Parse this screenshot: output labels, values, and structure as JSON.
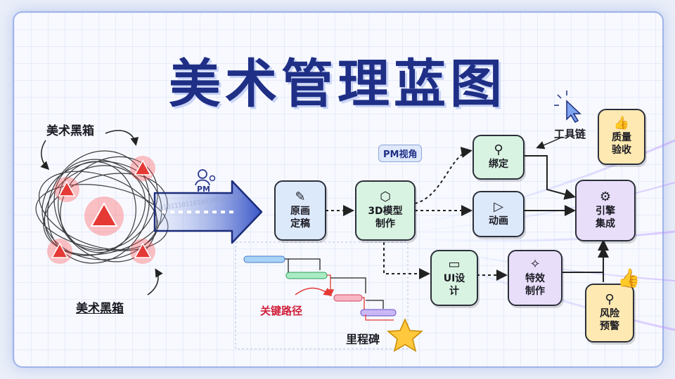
{
  "title": "美术管理蓝图",
  "blackbox": {
    "label_top": "美术黑箱",
    "label_bottom": "美术黑箱"
  },
  "pm_view": "PM视角",
  "pm_icon_label": "PM",
  "binary_text": "0101110110100101110110",
  "nodes": {
    "concept": {
      "line1": "原画",
      "line2": "定稿",
      "icon": "pencil-icon"
    },
    "model3d": {
      "line1": "3D模型",
      "line2": "制作",
      "icon": "cube-icon"
    },
    "rigging": {
      "line1": "绑定",
      "icon": "bone-icon"
    },
    "animation": {
      "line1": "动画",
      "icon": "play-icon"
    },
    "ui_design": {
      "line1": "UI设",
      "line2": "计",
      "icon": "window-icon"
    },
    "vfx": {
      "line1": "特效",
      "line2": "制作",
      "icon": "magic-wand-icon"
    },
    "engine": {
      "line1": "引擎",
      "line2": "集成",
      "icon": "gear-icon"
    },
    "quality": {
      "line1": "质量",
      "line2": "验收",
      "icon": "thumbs-up-icon"
    },
    "risk": {
      "line1": "风险",
      "line2": "预警",
      "icon": "magnifier-icon"
    }
  },
  "toolchain": "工具链",
  "critical_path": "关键路径",
  "milestone": "里程碑",
  "colors": {
    "title": "#1f2f86",
    "warning": "#e53935",
    "blue_node": "#dce9fb",
    "green_node": "#d8f3e1",
    "purple_node": "#e8defa",
    "yellow_node": "#fde9b1"
  }
}
